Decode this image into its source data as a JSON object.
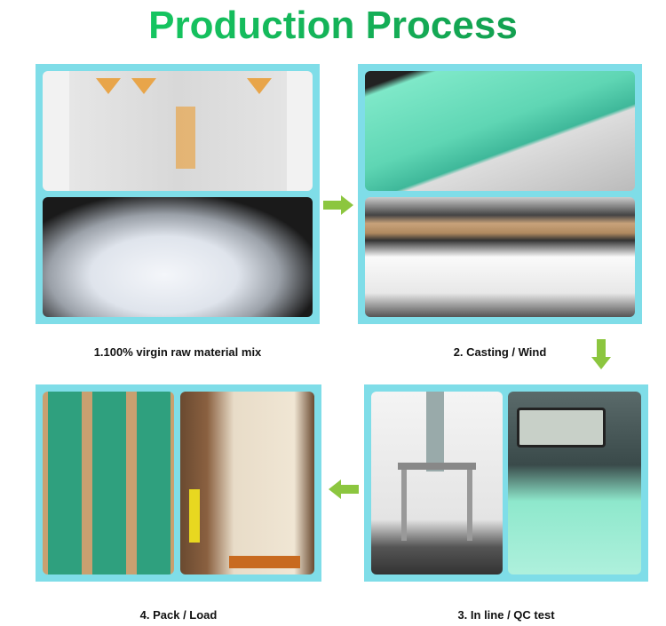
{
  "title": "Production Process",
  "steps": [
    {
      "caption": "1.100% virgin raw material mix"
    },
    {
      "caption": "2. Casting / Wind"
    },
    {
      "caption": "3. In line / QC test"
    },
    {
      "caption": "4. Pack / Load"
    }
  ],
  "colors": {
    "panel": "#7fdde8",
    "arrow": "#8cc63f",
    "title_start": "#16d466",
    "title_end": "#12914a"
  }
}
